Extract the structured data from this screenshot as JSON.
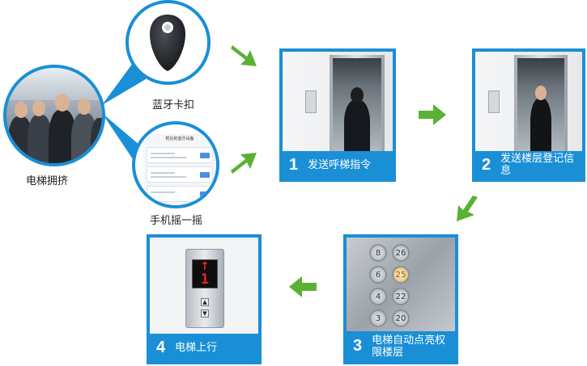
{
  "left": {
    "crowd_caption": "电梯拥挤",
    "fob_caption": "蓝牙卡扣",
    "phone_caption": "手机摇一摇",
    "phone_screen_title": "附近的蓝牙设备"
  },
  "steps": [
    {
      "num": "1",
      "label": "发送呼梯指令"
    },
    {
      "num": "2",
      "label": "发送楼层登记信息"
    },
    {
      "num": "3",
      "label": "电梯自动点亮权限楼层"
    },
    {
      "num": "4",
      "label": "电梯上行"
    }
  ],
  "button_panel": {
    "buttons": [
      "8",
      "26",
      "6",
      "25",
      "4",
      "22",
      "3",
      "20"
    ],
    "lit": "25"
  },
  "floor_display": {
    "arrow": "↑",
    "floor": "1"
  },
  "colors": {
    "accent": "#1a8fd6",
    "arrow": "#5ab134",
    "display_red": "#e8241c"
  }
}
